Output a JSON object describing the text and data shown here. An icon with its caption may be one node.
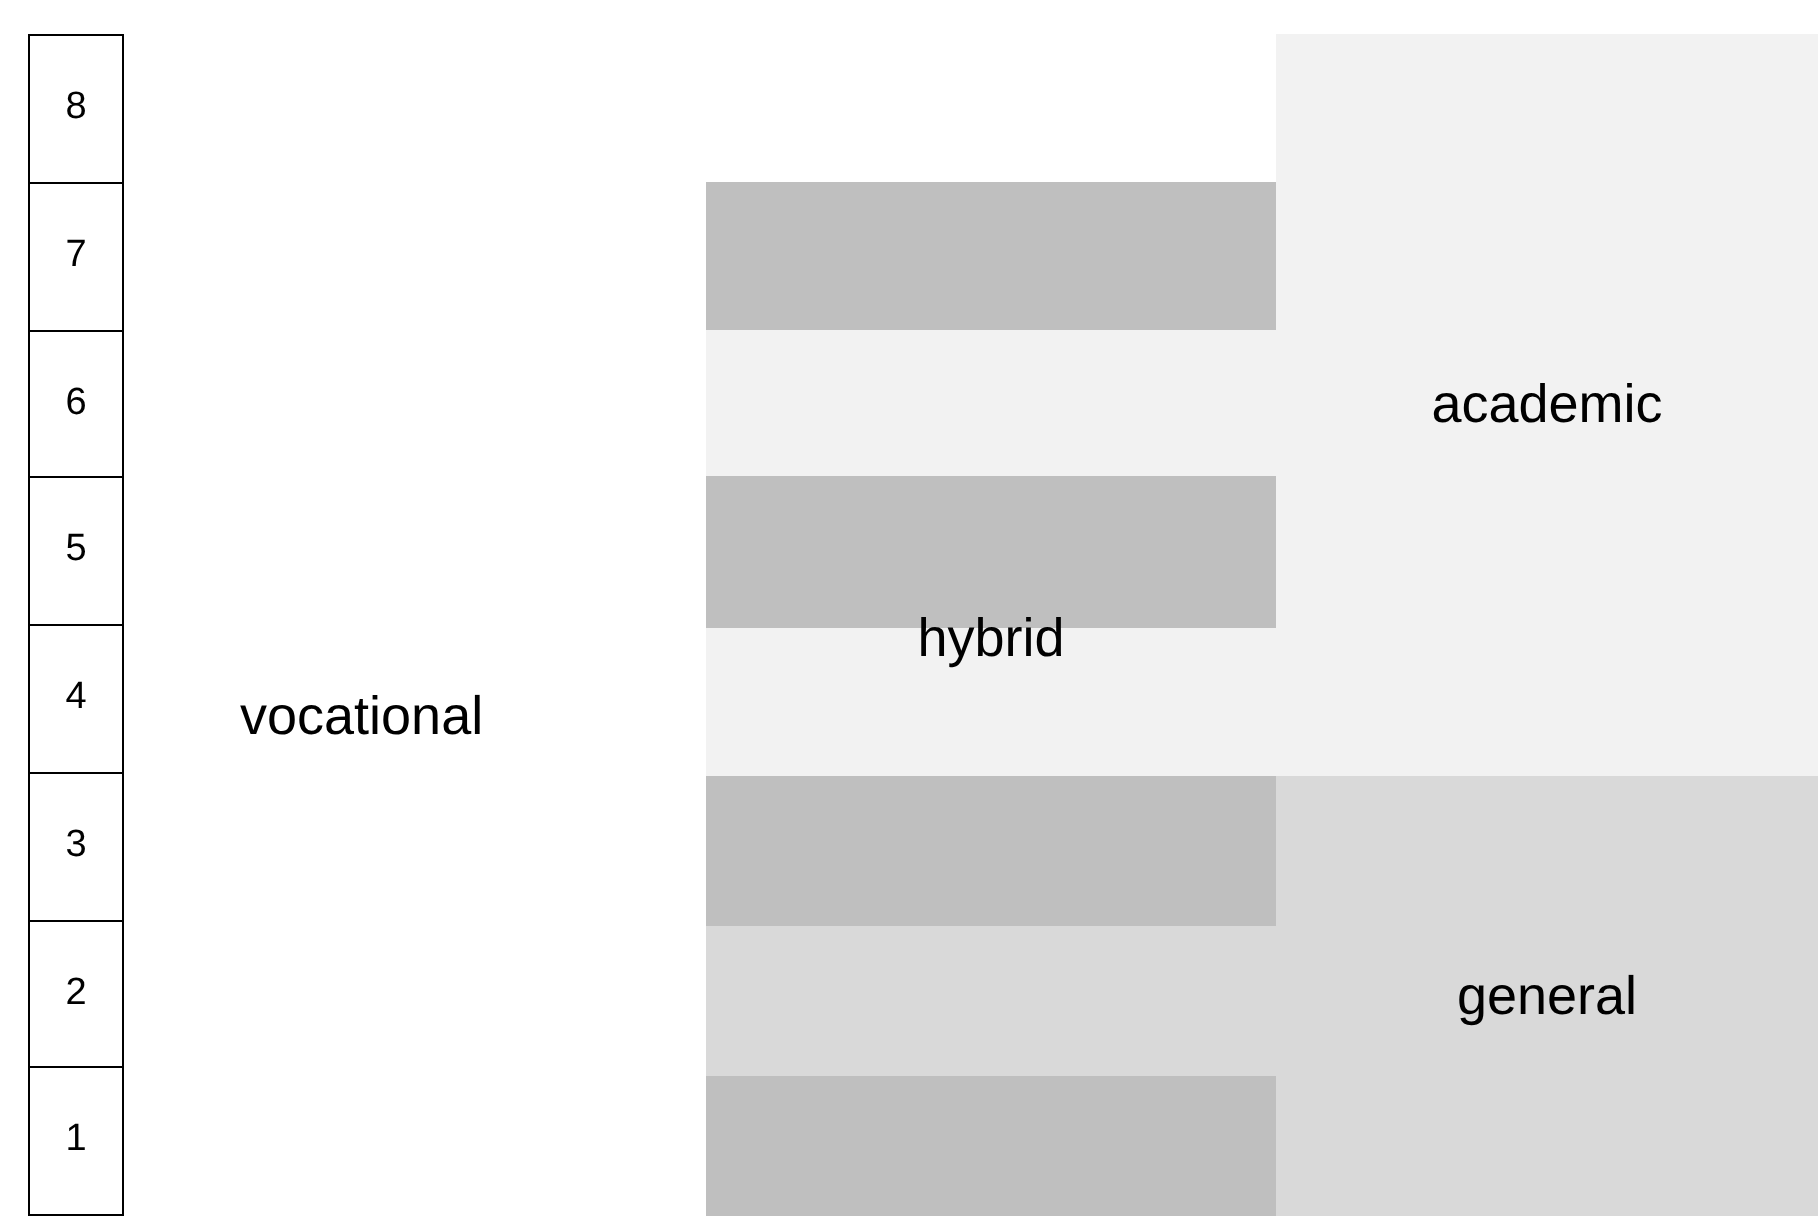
{
  "diagram": {
    "nodes": [
      {
        "text": [
          "8"
        ]
      },
      {
        "text": [
          "7"
        ]
      },
      {
        "text": [
          "6"
        ]
      },
      {
        "text": [
          "5"
        ]
      },
      {
        "text": [
          "4"
        ]
      },
      {
        "text": [
          "3"
        ]
      },
      {
        "text": [
          "2"
        ]
      },
      {
        "text": [
          "1"
        ]
      },
      {
        "text": [
          "hybrid"
        ]
      },
      {
        "text": [
          "academic"
        ]
      },
      {
        "text": [
          "general"
        ]
      }
    ],
    "labels": [
      "vocational"
    ]
  }
}
